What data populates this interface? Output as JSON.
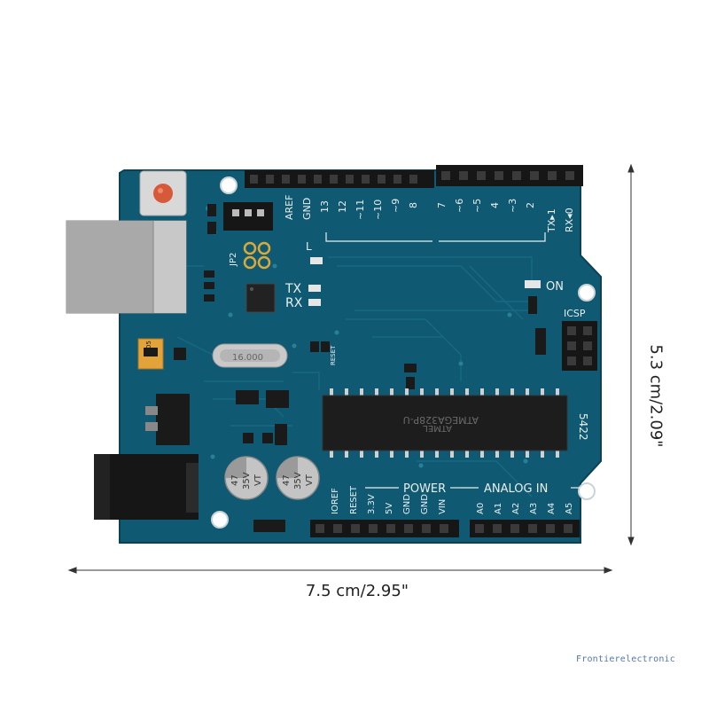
{
  "dimensions": {
    "width_label": "7.5 cm/2.95\"",
    "height_label": "5.3 cm/2.09\""
  },
  "watermark": "Frontierelectronic",
  "board": {
    "top_left_labels": [
      "AREF",
      "GND",
      "13",
      "12",
      "~11",
      "~10",
      "~9",
      "8"
    ],
    "top_right_labels": [
      "7",
      "~6",
      "~5",
      "4",
      "~3",
      "2",
      "TX▸1",
      "RX◂0"
    ],
    "l_label": "L",
    "jp2_label": "JP2",
    "tx_label": "TX",
    "rx_label": "RX",
    "on_label": "ON",
    "icsp_label": "ICSP",
    "reset_label": "RESET",
    "crystal_label": "16.000",
    "chip_label_1": "ATMEGA328P-U",
    "chip_label_2": "ATMEL",
    "cap1_label": [
      "47",
      "35V",
      "VT"
    ],
    "cap2_label": [
      "47",
      "35V",
      "VT"
    ],
    "power_title": "POWER",
    "analog_title": "ANALOG IN",
    "power_labels": [
      "IOREF",
      "RESET",
      "3.3V",
      "5V",
      "GND",
      "GND",
      "VIN"
    ],
    "analog_labels": [
      "A0",
      "A1",
      "A2",
      "A3",
      "A4",
      "A5"
    ],
    "side_code": "5422",
    "fuse_code": "3105"
  },
  "colors": {
    "pcb": "#0f5a72",
    "pcb_dark": "#0b4a5e",
    "header": "#161616",
    "silk": "#e9eef0"
  }
}
